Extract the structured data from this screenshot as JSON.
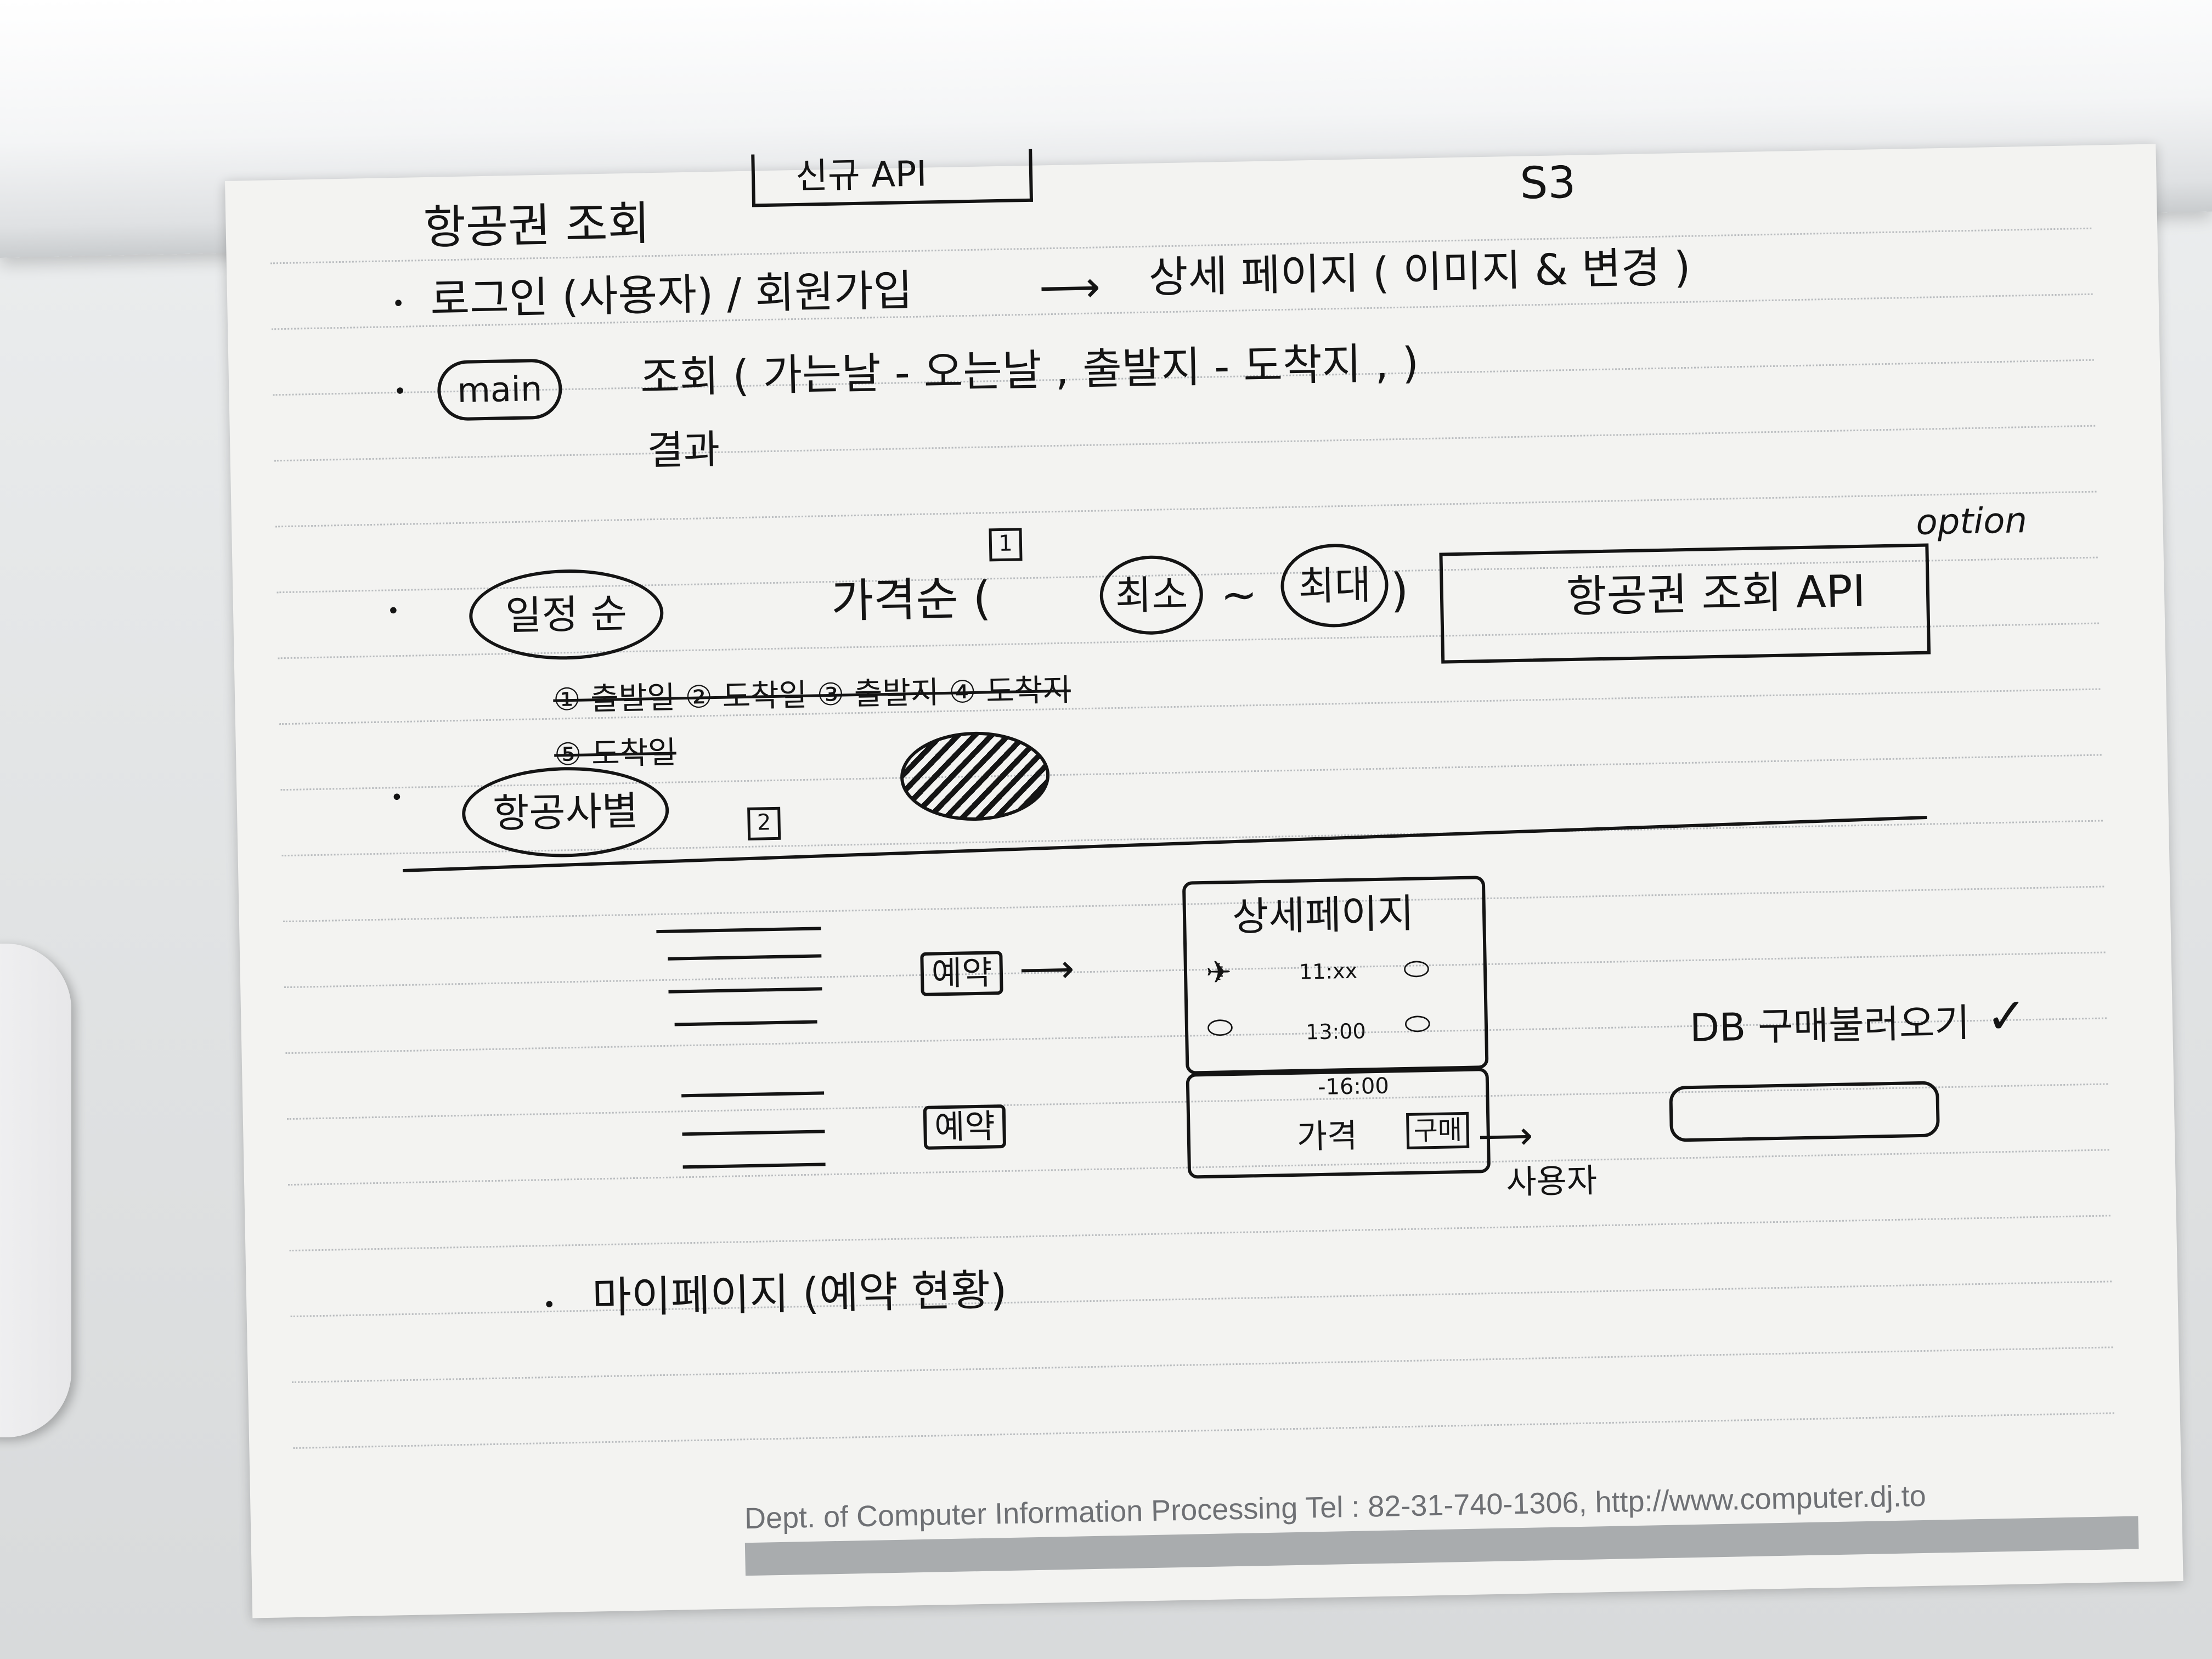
{
  "scene": {
    "description_colors": {
      "paper": "#f3f3f1",
      "ink": "#141414",
      "footer_text": "#6e7074",
      "band": "#a9acae"
    }
  },
  "notes": {
    "header_box": "신규 API",
    "title": "항공권 조회",
    "s3_label": "S3",
    "line1_a": "로그인 (사용자) / 회원가입",
    "line1_b": "상세 페이지 ( 이미지 & 변경 )",
    "main_circle": "main",
    "line2": "조회 ( 가는날 - 오는날 , 출발지 - 도착지 , )",
    "result_label": "결과",
    "tag1": "1",
    "price_order": "가격순 (",
    "min_circle": "최소",
    "tilde": "~",
    "max_circle": "최대",
    "price_close": ")",
    "api_box": "항공권 조회 API",
    "option_label": "option",
    "sort_struck": "① 출발일 ② 도착일 ③ 출발지 ④ 도착지",
    "sort_struck2": "⑤ 도착일",
    "circle_crossed": "일정 순",
    "airline_circle": "항공사별",
    "tag2": "2",
    "book1": "예약",
    "book2": "예약",
    "detail_title": "상세페이지",
    "time1": "11:xx",
    "time2": "13:00",
    "time3": "-16:00",
    "price_label": "가격",
    "buy_box": "구매",
    "user_label": "사용자",
    "db_label": "DB 구매불러오기",
    "mypage": "마이페이지 (예약 현황)"
  },
  "footer": {
    "text": "Dept. of Computer Information Processing   Tel : 82-31-740-1306, http://www.computer.dj.to"
  }
}
